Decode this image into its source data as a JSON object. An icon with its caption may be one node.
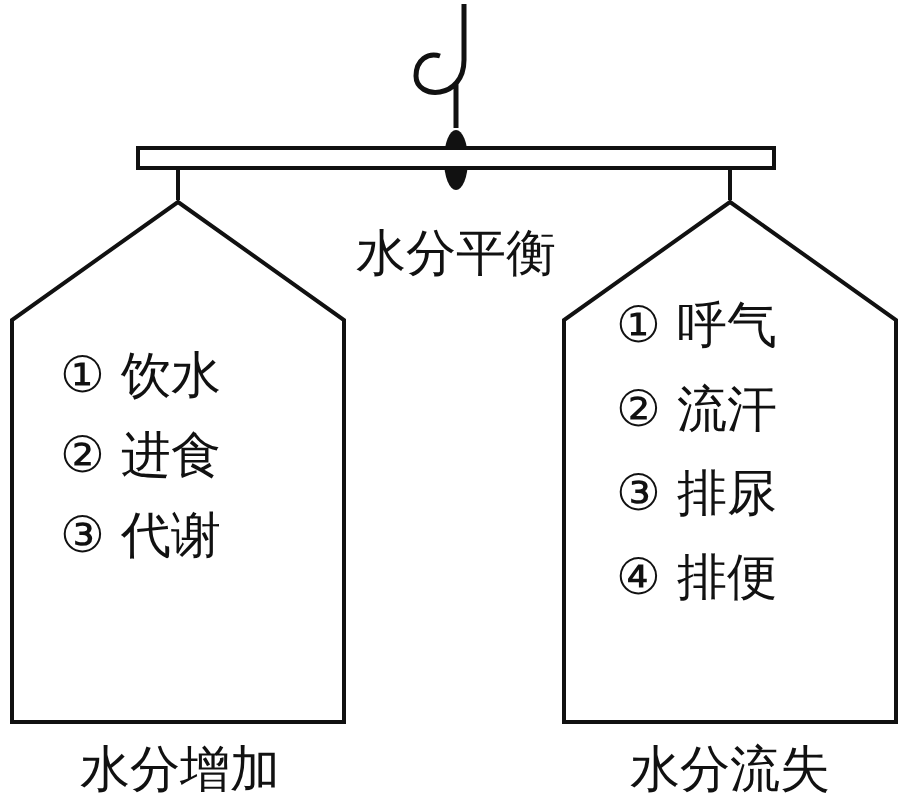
{
  "diagram": {
    "nodes": [
      {
        "text": [],
        "shape": "bar"
      },
      {
        "text": [
          "① 饮水",
          "② 进食",
          "③ 代谢"
        ],
        "beside": [
          "水分增加"
        ]
      },
      {
        "text": [
          "① 呼气",
          "② 流汗",
          "③ 排尿",
          "④ 排便"
        ],
        "beside": [
          "水分流失"
        ]
      }
    ],
    "edges": [
      {
        "from": 0,
        "to": 1,
        "arrow": "none"
      },
      {
        "from": 0,
        "to": 2,
        "arrow": "none"
      }
    ],
    "labels": [
      "水分平衡"
    ]
  }
}
